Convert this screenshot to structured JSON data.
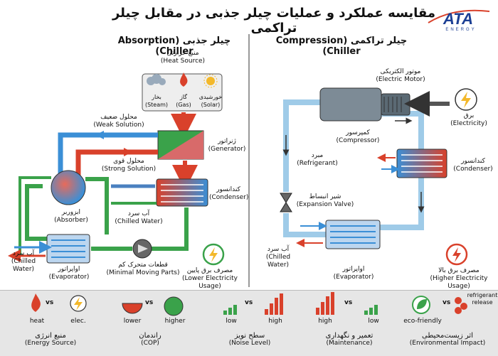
{
  "title": "مقایسه عملکرد و عملیات چیلر جذبی در مقابل چیلر تراکمی",
  "logo": {
    "text": "ATA",
    "sub": "ENERGY"
  },
  "absorption": {
    "heading": "چیلر جذبی (Absorption Chiller)",
    "heat_source": {
      "fa": "منبع حرارتی",
      "en": "(Heat Source)"
    },
    "steam": {
      "fa": "بخار",
      "en": "(Steam)"
    },
    "gas": {
      "fa": "گاز",
      "en": "(Gas)"
    },
    "solar": {
      "fa": "خورشیدی",
      "en": "(Solar)"
    },
    "weak_solution": {
      "fa": "محلول ضعیف",
      "en": "(Weak Solution)"
    },
    "strong_solution": {
      "fa": "محلول قوی",
      "en": "(Strong Solution)"
    },
    "generator": {
      "fa": "ژنراتور",
      "en": "(Generator)"
    },
    "condenser": {
      "fa": "کندانسور",
      "en": "(Condenser)"
    },
    "absorber": {
      "fa": "ابزوربر",
      "en": "(Absorber)"
    },
    "chilled_water_mid": {
      "fa": "آب سرد",
      "en": "(Chilled Water)"
    },
    "chilled_water_left": {
      "fa": "آب سرد",
      "en": "(Chilled Water)"
    },
    "evaporator": {
      "fa": "اواپراتور",
      "en": "(Evaporator)"
    },
    "moving_parts": {
      "fa": "قطعات متحرک کم",
      "en": "(Minimal Moving Parts)"
    },
    "low_electricity": {
      "fa": "مصرف برق پایین",
      "en": "(Lower Electricity Usage)"
    }
  },
  "compression": {
    "heading": "چیلر تراکمی (Compression Chiller)",
    "motor": {
      "fa": "موتور الکتریکی",
      "en": "(Electric Motor)"
    },
    "electricity": {
      "fa": "برق",
      "en": "(Electricity)"
    },
    "compressor": {
      "fa": "کمپرسور",
      "en": "(Compressor)"
    },
    "refrigerant": {
      "fa": "مبرد",
      "en": "(Refrigerant)"
    },
    "condenser": {
      "fa": "کندانسور",
      "en": "(Condenser)"
    },
    "expansion_valve": {
      "fa": "شیر انبساط",
      "en": "(Expansion Valve)"
    },
    "chilled_water": {
      "fa": "آب سرد",
      "en": "(Chilled Water)"
    },
    "evaporator": {
      "fa": "اواپراتور",
      "en": "(Evaporator)"
    },
    "high_electricity": {
      "fa": "مصرف برق بالا",
      "en": "(Higher Electricity Usage)"
    }
  },
  "comparison": [
    {
      "left": "heat",
      "vs": "vs",
      "right": "elec.",
      "fa": "منبع انرژی",
      "en": "(Energy Source)"
    },
    {
      "left": "lower",
      "vs": "vs",
      "right": "higher",
      "fa": "راندمان",
      "en": "(COP)"
    },
    {
      "left": "low",
      "vs": "vs",
      "right": "high",
      "fa": "سطح نویز",
      "en": "(Noise Level)"
    },
    {
      "left": "high",
      "vs": "vs",
      "right": "low",
      "fa": "تعمیر و نگهداری",
      "en": "(Maintenance)"
    },
    {
      "left": "eco-friendly",
      "vs": "vs",
      "right": "refrigerant release",
      "fa": "اثر زیست‌محیطی",
      "en": "(Environmental Impact)"
    }
  ],
  "colors": {
    "hot": "#d9412b",
    "cold": "#3b8fd6",
    "green": "#3aa24a",
    "dark": "#222222",
    "panel": "#e6e6e6"
  }
}
